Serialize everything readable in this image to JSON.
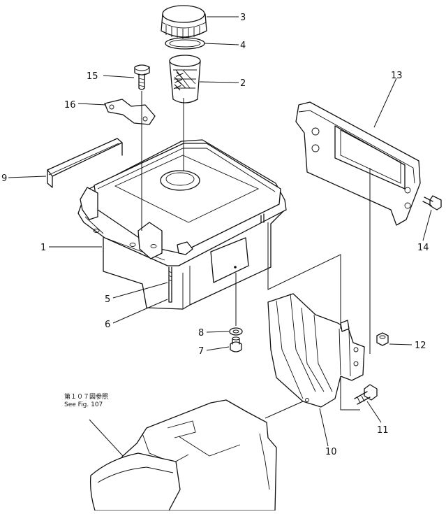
{
  "labels": {
    "n1": "1",
    "n2": "2",
    "n3": "3",
    "n4": "4",
    "n5": "5",
    "n6": "6",
    "n7": "7",
    "n8": "8",
    "n9": "9",
    "n10": "10",
    "n11": "11",
    "n12": "12",
    "n13": "13",
    "n14": "14",
    "n15": "15",
    "n16": "16"
  },
  "reference": {
    "japanese": "第１０７図参照",
    "english": "See Fig. 107"
  }
}
